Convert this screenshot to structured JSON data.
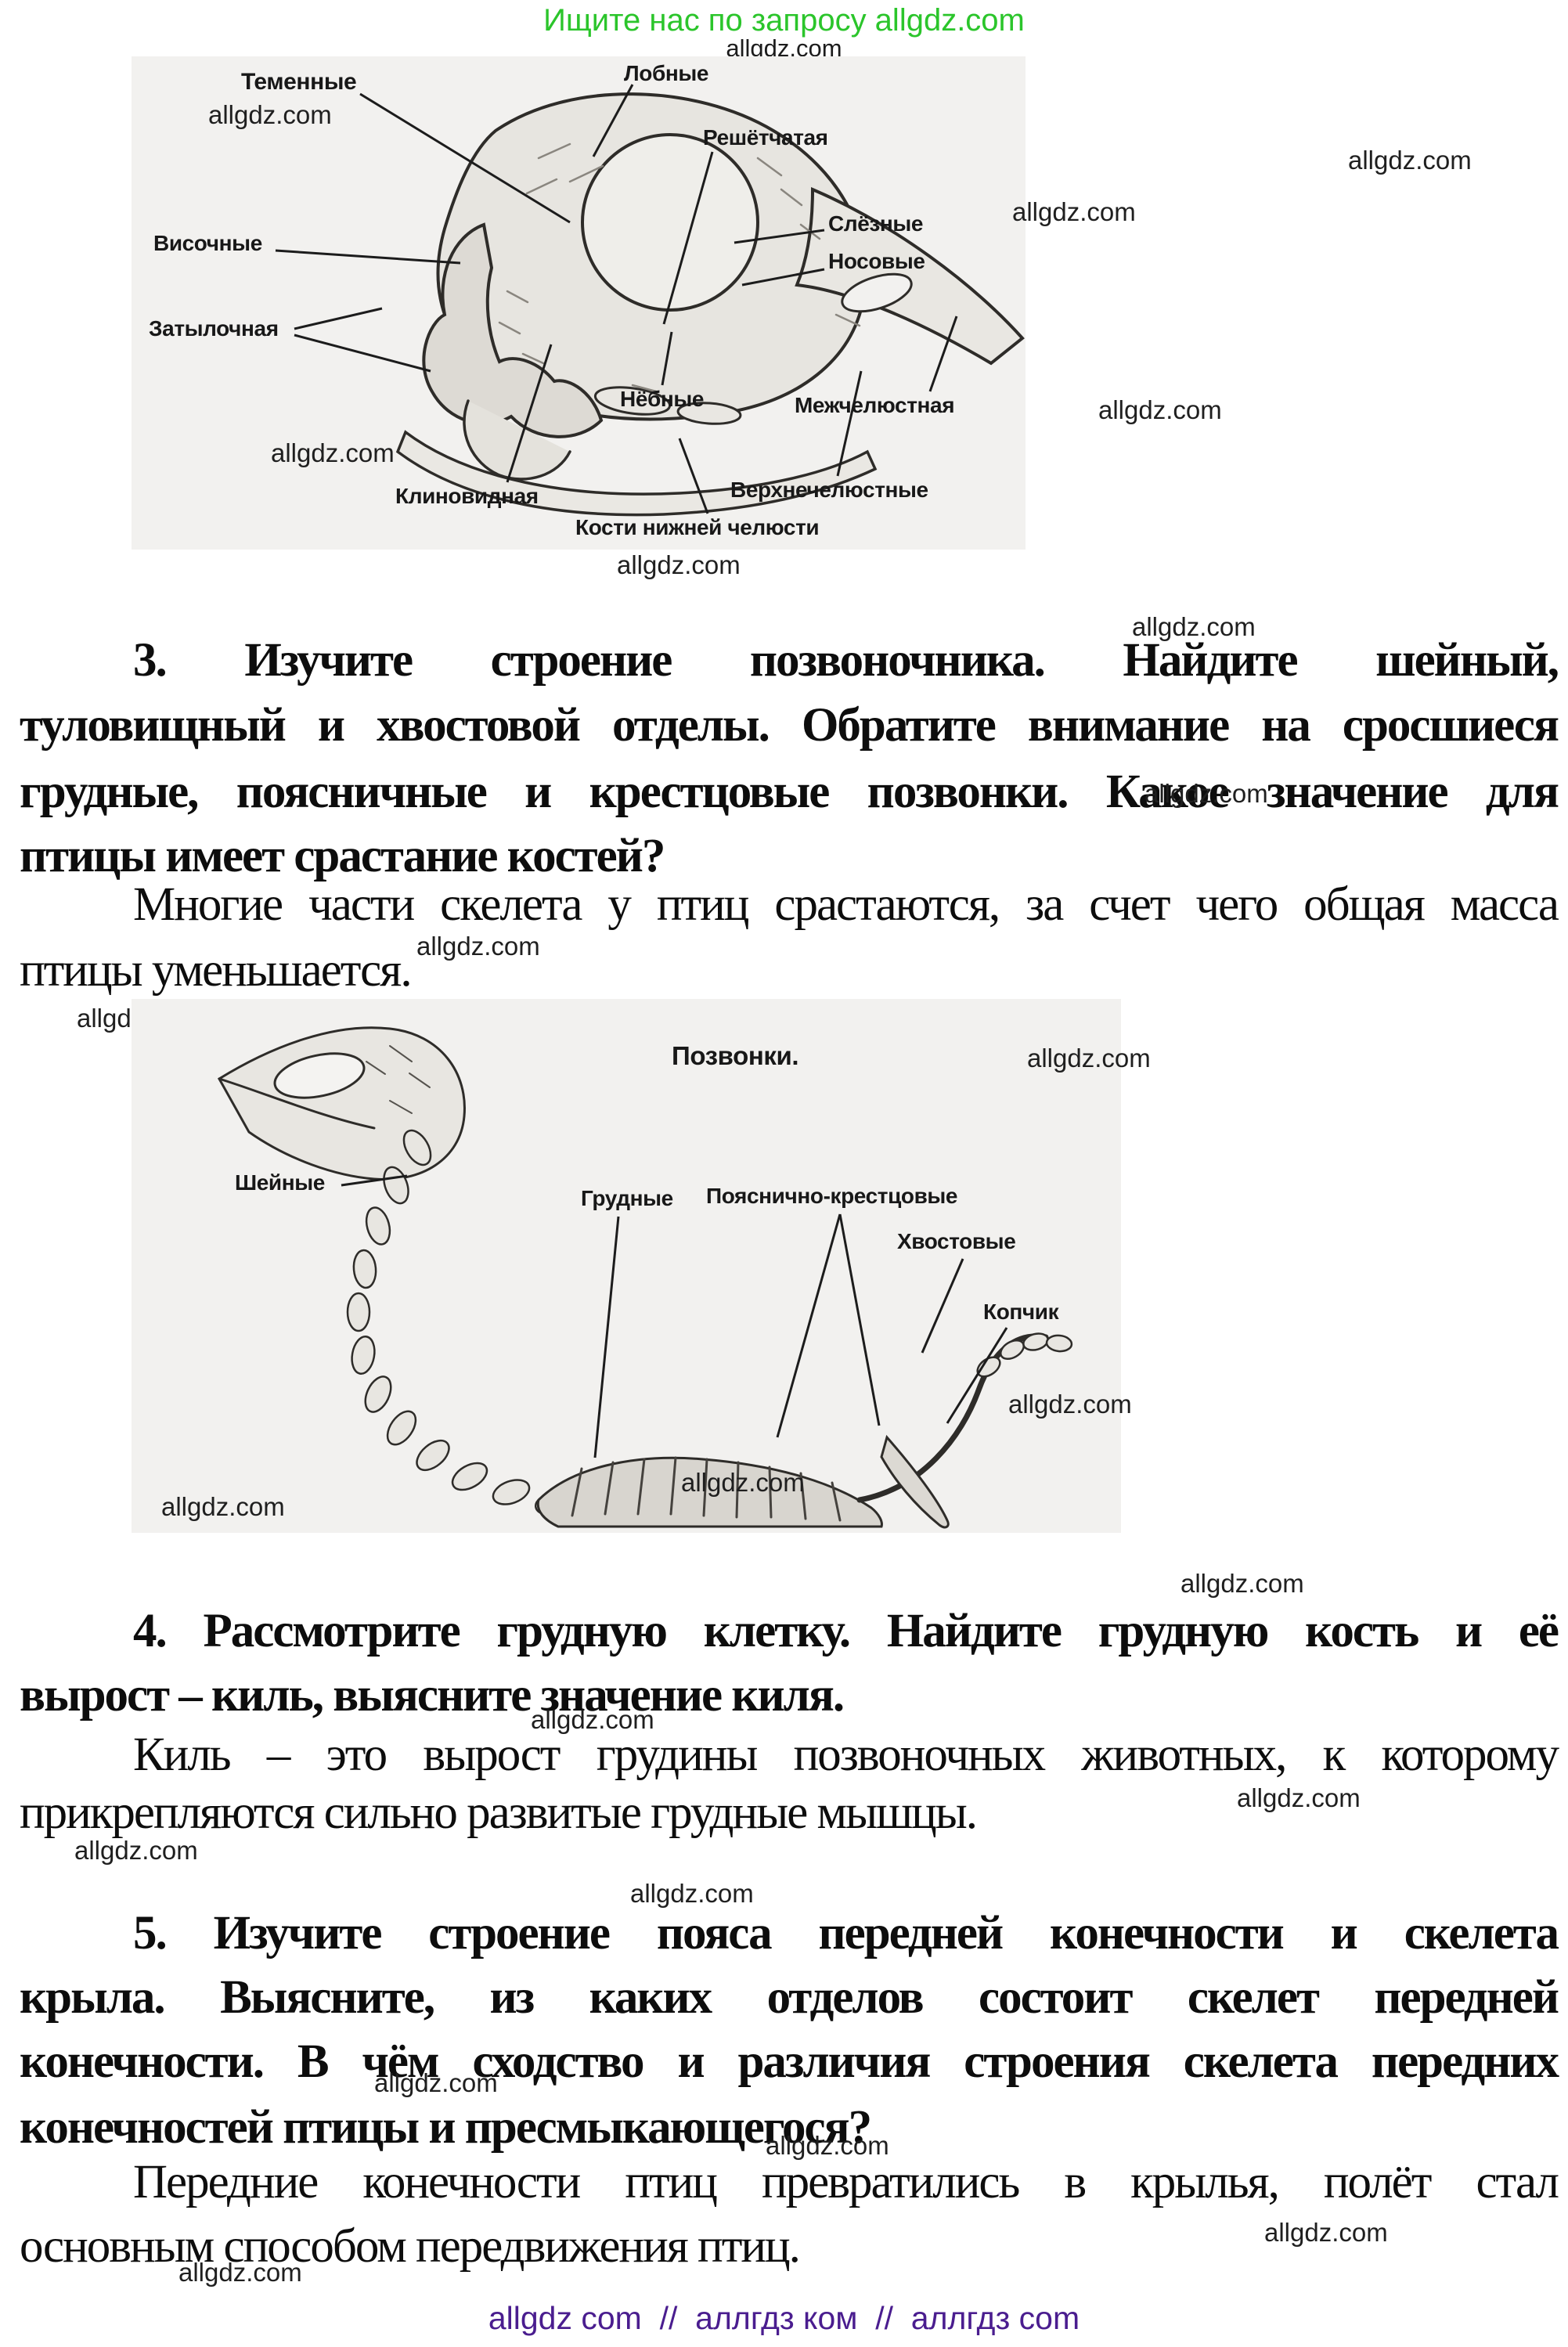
{
  "header": {
    "promo": "Ищите нас по запросу allgdz.com"
  },
  "watermark": "allgdz.com",
  "figure1": {
    "labels": {
      "parietal": "Теменные",
      "frontal": "Лобные",
      "ethmoid": "Решётчатая",
      "lacrimal": "Слёзные",
      "nasal": "Носовые",
      "temporal": "Височные",
      "occipital": "Затылочная",
      "palatine": "Нёбные",
      "premaxilla": "Межчелюстная",
      "sphenoid": "Клиновидная",
      "maxilla": "Верхнечелюстные",
      "lower_jaw": "Кости нижней челюсти"
    }
  },
  "figure2": {
    "title": "Позвонки.",
    "labels": {
      "cervical": "Шейные",
      "thoracic": "Грудные",
      "lumbosacral": "Пояснично-крестцовые",
      "caudal": "Хвостовые",
      "pygostyle": "Копчик"
    }
  },
  "sections": {
    "q3": {
      "lines": [
        "3. Изучите строение позвоночника. Найдите шейный,",
        "туловищный и хвостовой отделы. Обратите внимание на сросшиеся",
        "грудные, поясничные и крестцовые позвонки. Какое значение для",
        "птицы имеет срастание костей?"
      ]
    },
    "a3": {
      "lines": [
        "Многие части скелета у птиц срастаются, за счет чего общая масса",
        "птицы уменьшается."
      ]
    },
    "q4": {
      "lines": [
        "4. Рассмотрите грудную клетку. Найдите грудную кость и её",
        "вырост – киль, выясните значение киля."
      ]
    },
    "a4": {
      "lines": [
        "Киль – это вырост грудины позвоночных животных, к которому",
        "прикрепляются сильно развитые грудные мышцы."
      ]
    },
    "q5": {
      "lines": [
        "5. Изучите строение пояса передней конечности и скелета",
        "крыла. Выясните, из каких отделов состоит скелет передней",
        "конечности. В чём сходство и различия строения скелета передних",
        "конечностей птицы и пресмыкающегося?"
      ]
    },
    "a5": {
      "lines": [
        "Передние конечности птиц превратились в крылья, полёт стал",
        "основным способом передвижения птиц."
      ]
    }
  },
  "footer": {
    "text": "allgdz com  //  аллгдз ком  //  аллгдз com"
  },
  "colors": {
    "promo_green": "#2BC52B",
    "footer_purple": "#4A1D8F",
    "figure_bg": "#F2F1EF"
  }
}
